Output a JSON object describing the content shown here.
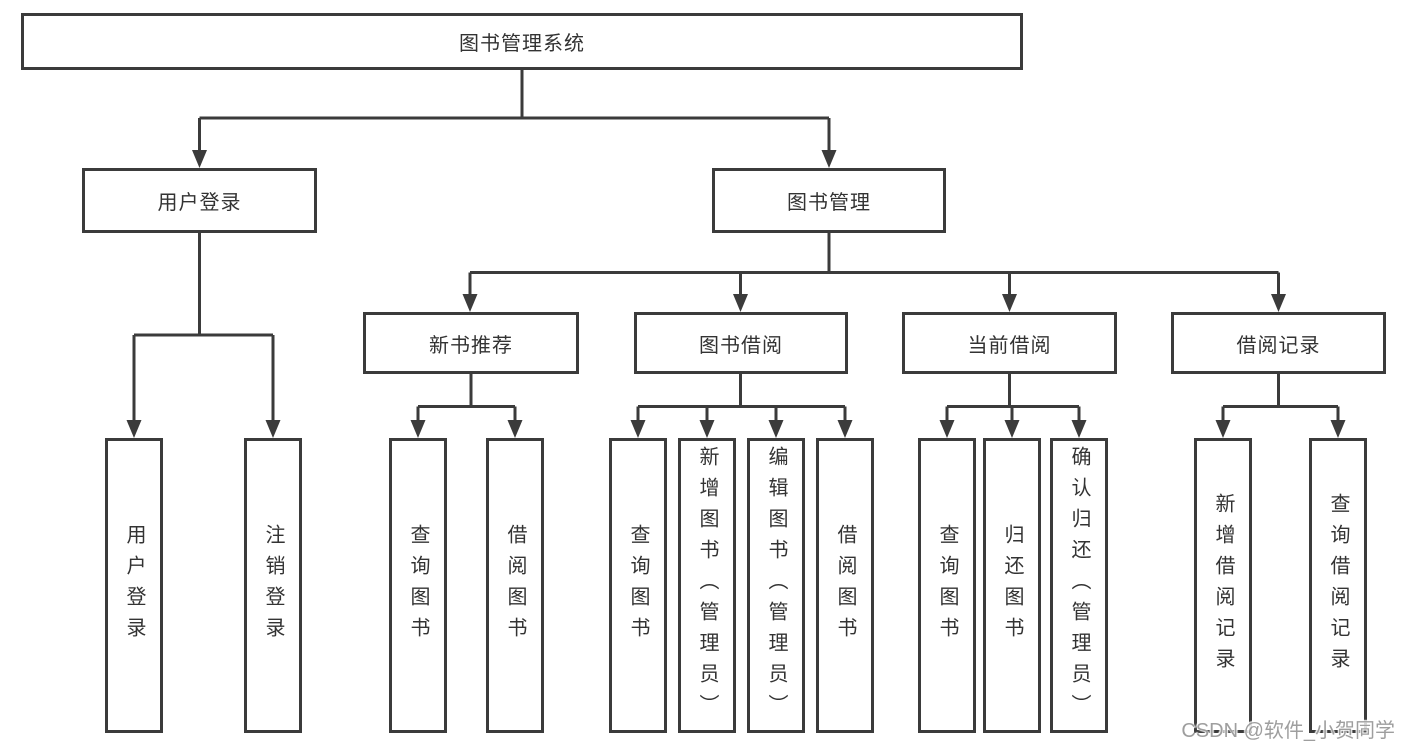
{
  "tree": {
    "title": "图书管理系统",
    "children": [
      {
        "label": "用户登录",
        "children": [
          "用户登录",
          "注销登录"
        ]
      },
      {
        "label": "图书管理",
        "children": [
          {
            "label": "新书推荐",
            "children": [
              "查询图书",
              "借阅图书"
            ]
          },
          {
            "label": "图书借阅",
            "children": [
              "查询图书",
              "新增图书（管理员）",
              "编辑图书（管理员）",
              "借阅图书"
            ]
          },
          {
            "label": "当前借阅",
            "children": [
              "查询图书",
              "归还图书",
              "确认归还（管理员）"
            ]
          },
          {
            "label": "借阅记录",
            "children": [
              "新增借阅记录",
              "查询借阅记录"
            ]
          }
        ]
      }
    ]
  },
  "watermark": {
    "text": "CSDN @软件_小贺同学"
  },
  "colors": {
    "line": "#3b3b3b",
    "text": "#333333",
    "watermark": "#9e9e9e",
    "background": "#ffffff"
  }
}
